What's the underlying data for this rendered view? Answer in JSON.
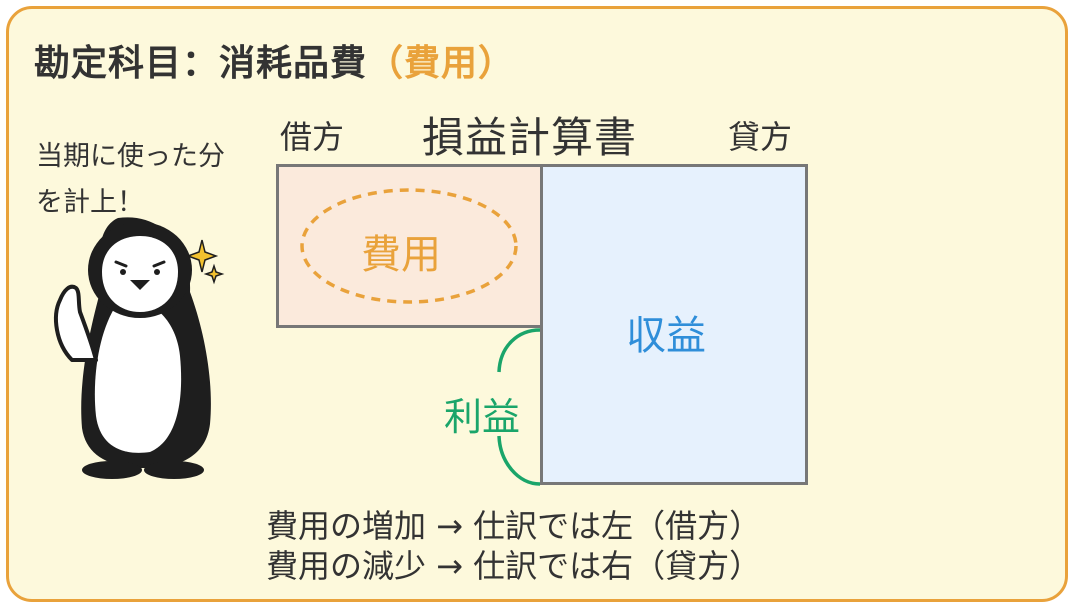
{
  "title": {
    "main": "勘定科目：消耗品費",
    "accent": "（費用）"
  },
  "speech": {
    "line1": "当期に使った分",
    "line2": "を計上！"
  },
  "statement": {
    "title": "損益計算書",
    "debit_label": "借方",
    "credit_label": "貸方",
    "expense_label": "費用",
    "revenue_label": "収益",
    "profit_label": "利益"
  },
  "rules": {
    "line1": "費用の増加 → 仕訳では左（借方）",
    "line2": "費用の減少 → 仕訳では右（貸方）"
  },
  "colors": {
    "accent_orange": "#e9a23b",
    "revenue_blue": "#2f8ed9",
    "profit_green": "#1aa56a",
    "card_bg": "#fdf9dc"
  }
}
